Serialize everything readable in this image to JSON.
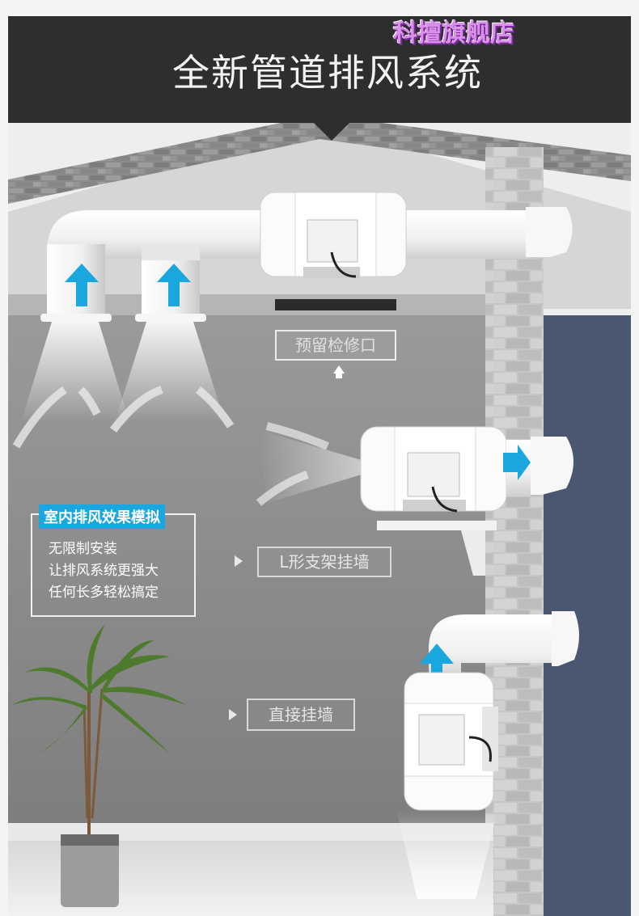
{
  "header": {
    "title": "全新管道排风系统",
    "shop_name": "科擅旗舰店"
  },
  "callouts": {
    "service_port": "预留检修口",
    "l_bracket": "L形支架挂墙",
    "direct_wall": "直接挂墙"
  },
  "panel": {
    "title": "室内排风效果模拟",
    "lines": [
      "无限制安装",
      "让排风系统更强大",
      "任何长多轻松搞定"
    ]
  },
  "colors": {
    "header_bg": "#2d2e30",
    "accent_blue": "#1aa6df",
    "wall_gray": "#868686",
    "brick_wall": "#c9c9c9",
    "window_navy": "#4b5770"
  }
}
